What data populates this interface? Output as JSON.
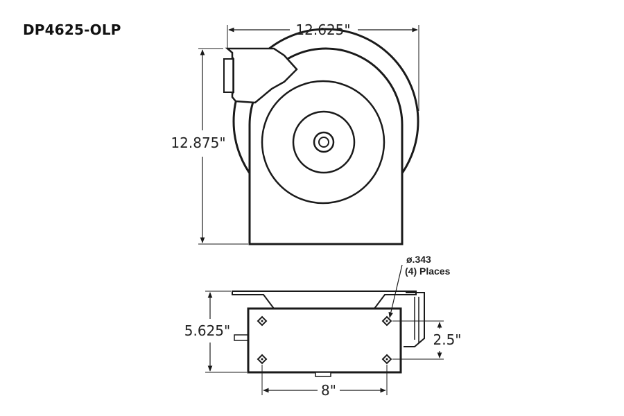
{
  "title": "DP4625-OLP",
  "dimensions": {
    "overall_width": "12.625\"",
    "overall_height": "12.875\"",
    "base_depth": "5.625\"",
    "bolt_spacing_depth": "2.5\"",
    "bolt_spacing_width": "8\""
  },
  "mounting_holes": {
    "diameter": "ø.343",
    "count": "(4) Places"
  }
}
